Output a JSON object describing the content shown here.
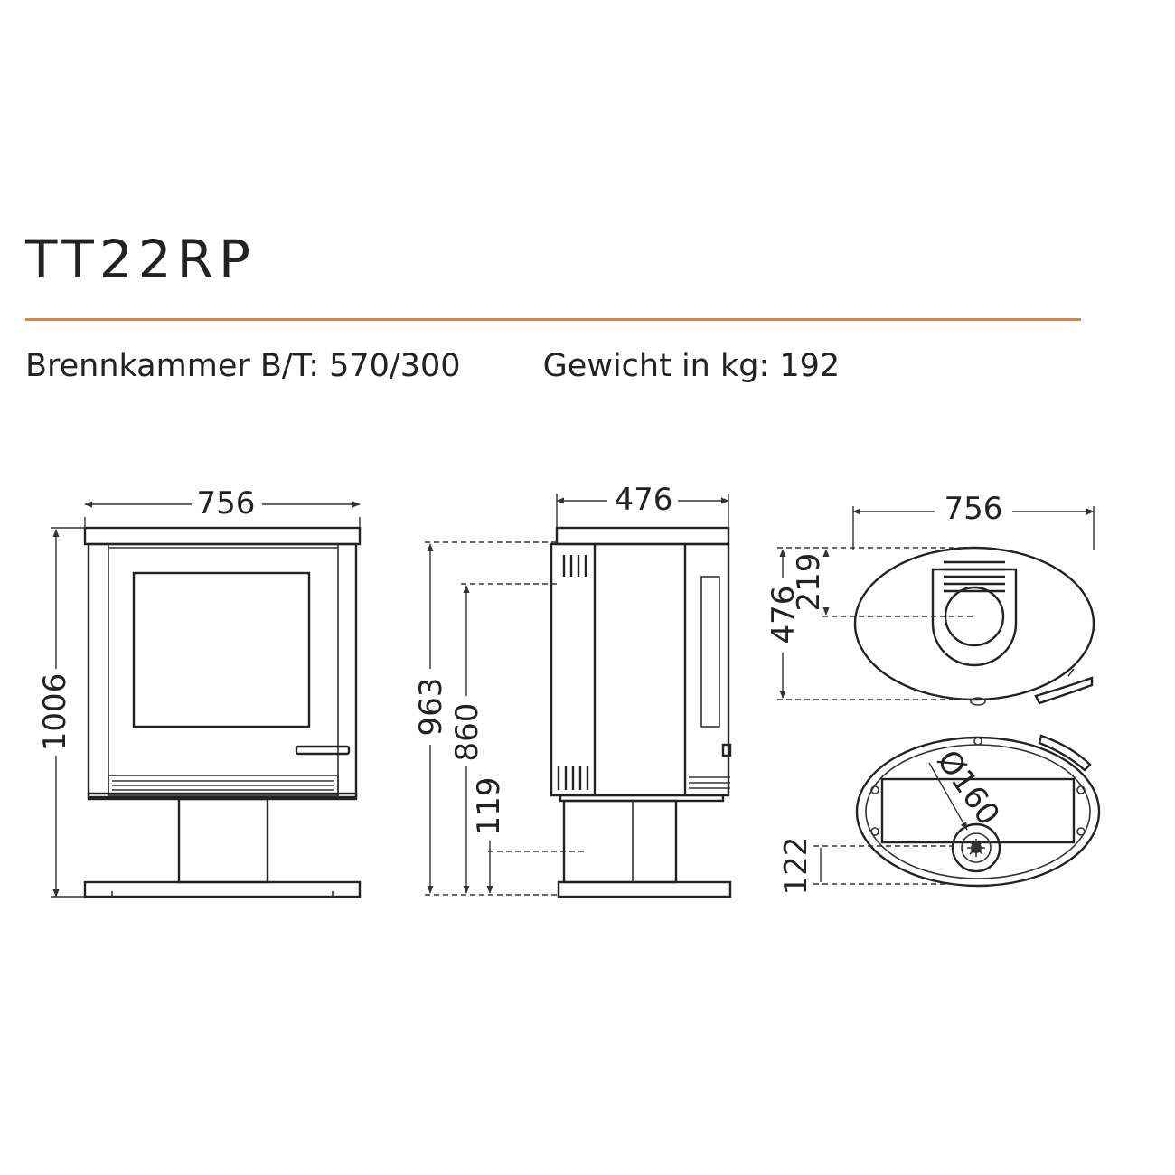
{
  "header": {
    "title": "TT22RP",
    "accent_color": "#d08a4e"
  },
  "specs": {
    "brennkammer": "Brennkammer B/T: 570/300",
    "gewicht": "Gewicht in kg: 192"
  },
  "front_view": {
    "width": "756",
    "height": "1006"
  },
  "side_view": {
    "depth": "476",
    "flue_height": "963",
    "connection_height": "860",
    "air_inlet_height": "119"
  },
  "top_view": {
    "width": "756",
    "depth": "476",
    "flue_offset": "219"
  },
  "bottom_view": {
    "air_diameter": "Ø160",
    "air_offset": "122"
  }
}
